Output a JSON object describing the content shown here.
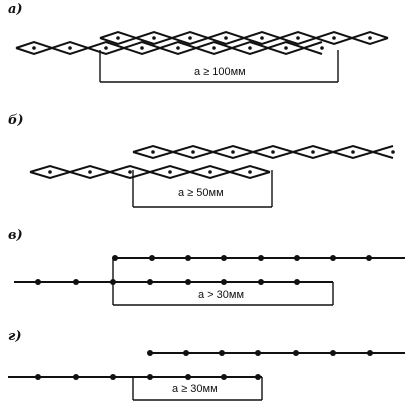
{
  "panels": [
    {
      "id": "a",
      "label": "а)",
      "type": "mesh",
      "overlap": "a ≥ 100мм"
    },
    {
      "id": "b",
      "label": "б)",
      "type": "mesh",
      "overlap": "a ≥ 50мм"
    },
    {
      "id": "v",
      "label": "в)",
      "type": "dots",
      "overlap": "a > 30мм"
    },
    {
      "id": "g",
      "label": "г)",
      "type": "dots",
      "overlap": "a ≥ 30мм"
    }
  ]
}
